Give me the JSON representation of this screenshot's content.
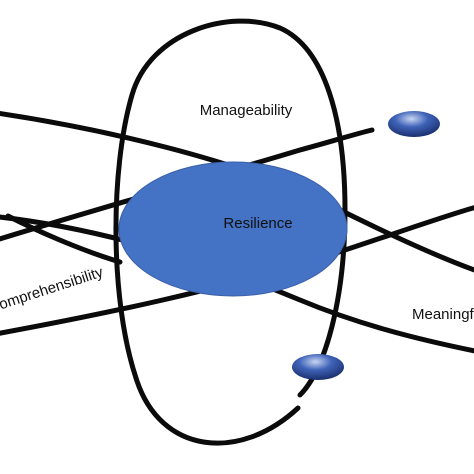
{
  "center": {
    "label": "Resilience"
  },
  "orbits": [
    {
      "label": "Manageability"
    },
    {
      "label": "Comprehensibility"
    },
    {
      "label": "Meaningfulness"
    }
  ],
  "colors": {
    "stroke": "#0b0b0b",
    "core_fill": "#4472c4",
    "core_edge": "#3a5fa8",
    "electron_light": "#c8d6f2",
    "electron_mid": "#3f63b8",
    "electron_dark": "#1a2f6e",
    "background": "#ffffff"
  }
}
